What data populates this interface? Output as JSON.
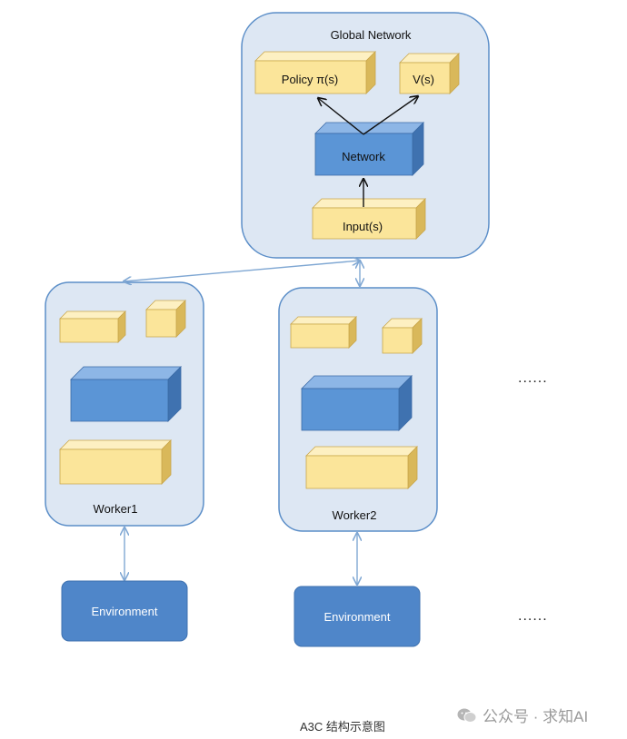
{
  "global": {
    "title": "Global Network",
    "policy": "Policy π(s)",
    "value": "V(s)",
    "network": "Network",
    "input": "Input(s)"
  },
  "workers": [
    {
      "label": "Worker1",
      "env": "Environment"
    },
    {
      "label": "Worker2",
      "env": "Environment"
    }
  ],
  "more": [
    "......",
    "......"
  ],
  "caption": "A3C 结构示意图",
  "watermark": "公众号 · 求知AI",
  "colors": {
    "panel_fill": "#dde7f3",
    "panel_stroke": "#5b8ec8",
    "yellow_front": "#fbe59a",
    "yellow_top": "#fdf0c2",
    "yellow_side": "#d9b85a",
    "blue_front": "#5b95d6",
    "blue_top": "#8db6e6",
    "blue_side": "#3f72b0",
    "env_fill": "#4f86c9",
    "arrow": "#7fa7d3"
  }
}
